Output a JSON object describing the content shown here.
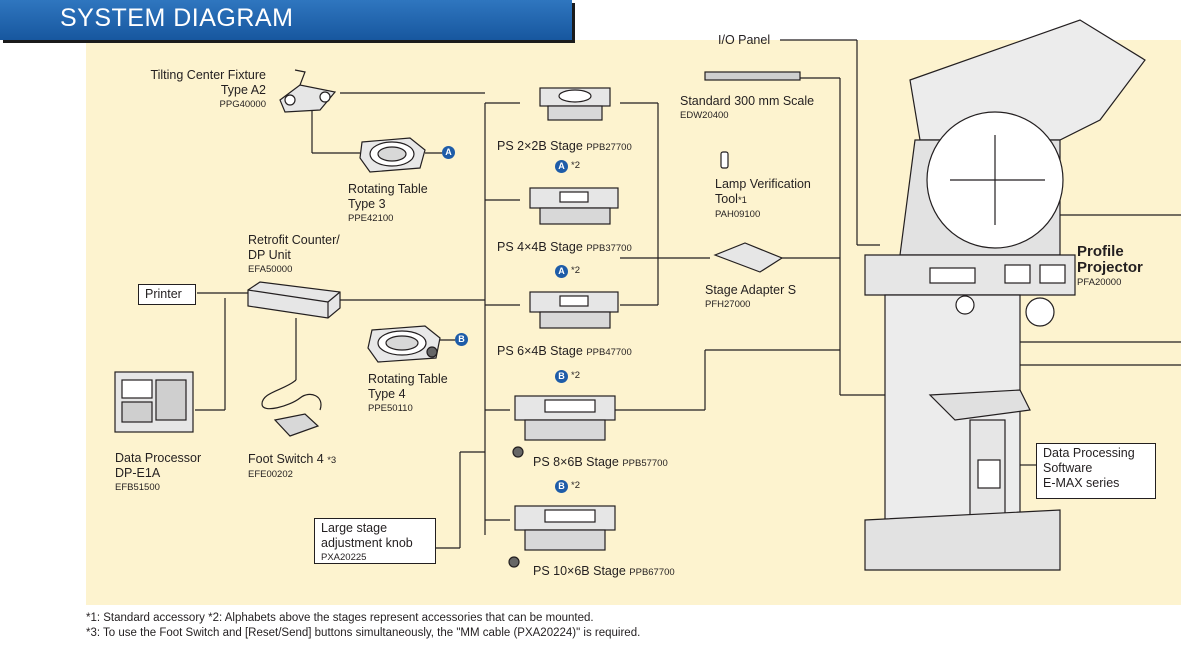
{
  "title": "SYSTEM DIAGRAM",
  "items": {
    "tilting": {
      "name1": "Tilting Center Fixture",
      "name2": "Type A2",
      "code": "PPG40000"
    },
    "rot3": {
      "name1": "Rotating Table",
      "name2": "Type 3",
      "code": "PPE42100",
      "badge": "A"
    },
    "retrofit": {
      "name1": "Retrofit Counter/",
      "name2": "DP Unit",
      "code": "EFA50000"
    },
    "printer": {
      "name": "Printer"
    },
    "rot4": {
      "name1": "Rotating Table",
      "name2": "Type 4",
      "code": "PPE50110",
      "badge": "B"
    },
    "dp": {
      "name1": "Data Processor",
      "name2": "DP-E1A",
      "code": "EFB51500"
    },
    "foot": {
      "name": "Foot Switch 4",
      "mark": "*3",
      "code": "EFE00202"
    },
    "knob": {
      "name1": "Large stage",
      "name2": "adjustment knob",
      "code": "PXA20225"
    },
    "ps2x2": {
      "name": "PS 2×2B Stage",
      "code": "PPB27700"
    },
    "ps4x4": {
      "name": "PS 4×4B Stage",
      "code": "PPB37700",
      "badge": "A",
      "mark": "*2"
    },
    "ps6x4": {
      "name": "PS 6×4B Stage",
      "code": "PPB47700",
      "badge": "A",
      "mark": "*2"
    },
    "ps8x6": {
      "name": "PS 8×6B Stage",
      "code": "PPB57700",
      "badge": "B",
      "mark": "*2"
    },
    "ps10x6": {
      "name": "PS 10×6B Stage",
      "code": "PPB67700",
      "badge": "B",
      "mark": "*2"
    },
    "io": {
      "name": "I/O Panel"
    },
    "scale": {
      "name": "Standard 300 mm Scale",
      "code": "EDW20400"
    },
    "lamp": {
      "name1": "Lamp Verification",
      "name2": "Tool",
      "mark": "*1",
      "code": "PAH09100"
    },
    "adapter": {
      "name": "Stage Adapter S",
      "code": "PFH27000"
    },
    "projector": {
      "name1": "Profile",
      "name2": "Projector",
      "code": "PFA20000"
    },
    "software": {
      "name1": "Data Processing",
      "name2": "Software",
      "name3": "E-MAX series"
    }
  },
  "footnotes": {
    "line1": "*1: Standard  accessory  *2: Alphabets above the stages represent accessories that can be mounted.",
    "line2": "*3: To use the Foot Switch and [Reset/Send] buttons simultaneously, the \"MM cable (PXA20224)\" is required."
  },
  "colors": {
    "background": "#fdf3cf",
    "title_bar": "#1e5ca8",
    "badge": "#1e5ca8"
  }
}
